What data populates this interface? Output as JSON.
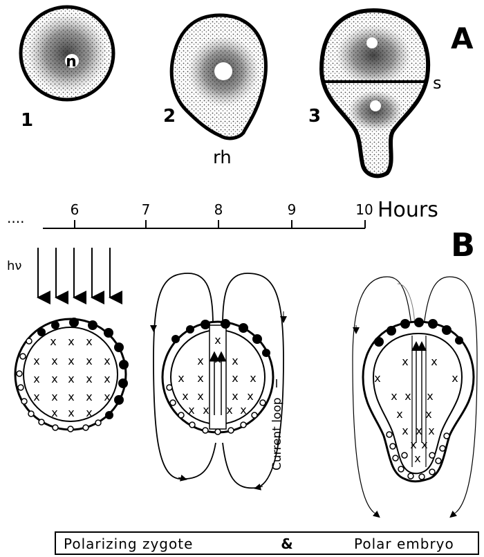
{
  "panel_a": {
    "letter": "A",
    "cell_1": {
      "number": "1",
      "nucleus_label": "n"
    },
    "cell_2": {
      "number": "2",
      "rhizoid_label": "rh"
    },
    "cell_3": {
      "number": "3",
      "septum_label": "s"
    }
  },
  "panel_b": {
    "letter": "B",
    "timeline": {
      "lead_dots": "....",
      "ticks": [
        "6",
        "7",
        "8",
        "9",
        "10"
      ],
      "unit": "Hours"
    },
    "light_label": "hν",
    "current_loop_label": "Current loop"
  },
  "footer": {
    "left": "Polarizing zygote",
    "middle": "&",
    "right": "Polar embryo"
  },
  "colors": {
    "ink": "#000000",
    "paper": "#ffffff",
    "stipple": "#5a5a5a"
  }
}
